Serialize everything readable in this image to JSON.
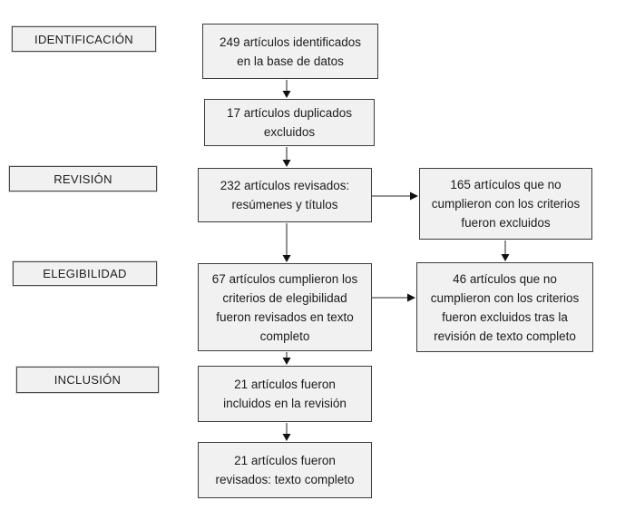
{
  "diagram": {
    "type": "prisma-flowchart",
    "language": "es",
    "stages": [
      {
        "label": "IDENTIFICACIÓN"
      },
      {
        "label": "REVISIÓN"
      },
      {
        "label": "ELEGIBILIDAD"
      },
      {
        "label": "INCLUSIÓN"
      }
    ],
    "main_flow": [
      {
        "count": 249,
        "text": "249 artículos identificados\nen la base de datos"
      },
      {
        "count": 17,
        "text": "17 artículos duplicados\nexcluidos"
      },
      {
        "count": 232,
        "text": "232 artículos revisados:\nresúmenes y títulos"
      },
      {
        "count": 67,
        "text": "67 artículos cumplieron los\ncriterios de elegibilidad\nfueron revisados en texto\ncompleto"
      },
      {
        "count": 21,
        "text": "21 artículos fueron\nincluidos en la revisión"
      },
      {
        "count": 21,
        "text": "21 artículos fueron\nrevisados: texto completo"
      }
    ],
    "exclusions": [
      {
        "count": 165,
        "text": "165 artículos que no\ncumplieron con los criterios\nfueron excluidos"
      },
      {
        "count": 46,
        "text": "46 artículos que no\ncumplieron con los criterios\nfueron excluidos tras la\nrevisión de texto completo"
      }
    ],
    "colors": {
      "box_fill": "#f1f1f1",
      "box_border": "#3d3d3d",
      "arrow_line": "#555555",
      "arrow_head": "#111111",
      "background": "#ffffff",
      "text": "#1c1c1c"
    }
  }
}
